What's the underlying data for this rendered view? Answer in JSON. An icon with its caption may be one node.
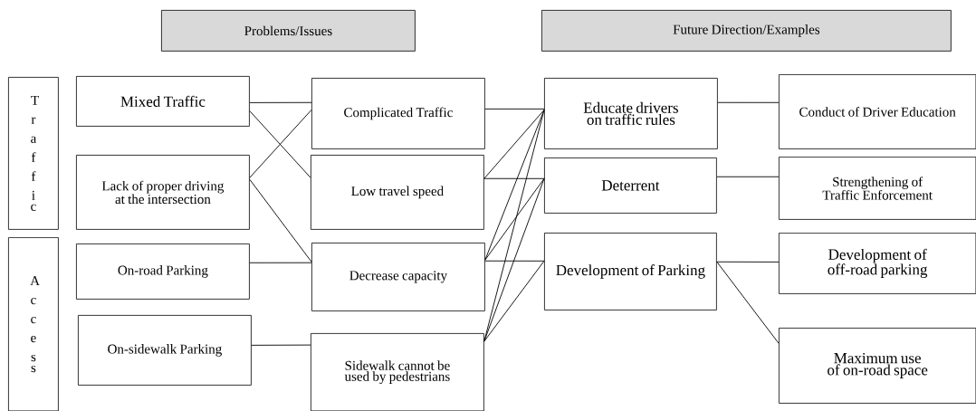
{
  "diagram": {
    "nodes": [
      {
        "text": [
          "Problems/Issues"
        ]
      },
      {
        "text": [
          "Future Direction/Examples"
        ]
      },
      {
        "text": [
          "Traffic"
        ]
      },
      {
        "text": [
          "Access"
        ]
      },
      {
        "text": [
          "Mixed Traffic"
        ]
      },
      {
        "text": [
          "Lack of proper driving at the intersection"
        ]
      },
      {
        "text": [
          "On-road Parking"
        ]
      },
      {
        "text": [
          "On-sidewalk Parking"
        ]
      },
      {
        "text": [
          "Complicated Traffic"
        ]
      },
      {
        "text": [
          "Low travel speed"
        ]
      },
      {
        "text": [
          "Decrease capacity"
        ]
      },
      {
        "text": [
          "Sidewalk cannot be used by pedestrians"
        ]
      },
      {
        "text": [
          "Educate drivers on traffic rules"
        ]
      },
      {
        "text": [
          "Deterrent"
        ]
      },
      {
        "text": [
          "Development of Parking"
        ]
      },
      {
        "text": [
          "Conduct of Driver Education"
        ]
      },
      {
        "text": [
          "Strengthening of Traffic Enforcement"
        ]
      },
      {
        "text": [
          "Development of off-road parking"
        ]
      },
      {
        "text": [
          "Maximum use of on-road space"
        ]
      }
    ],
    "edges": [
      {
        "from": 4,
        "to": 8,
        "arrow": "none"
      },
      {
        "from": 4,
        "to": 9,
        "arrow": "none"
      },
      {
        "from": 5,
        "to": 8,
        "arrow": "none"
      },
      {
        "from": 5,
        "to": 10,
        "arrow": "none"
      },
      {
        "from": 6,
        "to": 10,
        "arrow": "none"
      },
      {
        "from": 7,
        "to": 11,
        "arrow": "none"
      },
      {
        "from": 8,
        "to": 12,
        "arrow": "none"
      },
      {
        "from": 9,
        "to": 12,
        "arrow": "none"
      },
      {
        "from": 9,
        "to": 13,
        "arrow": "none"
      },
      {
        "from": 10,
        "to": 12,
        "arrow": "none"
      },
      {
        "from": 10,
        "to": 13,
        "arrow": "none"
      },
      {
        "from": 10,
        "to": 14,
        "arrow": "none"
      },
      {
        "from": 11,
        "to": 12,
        "arrow": "none"
      },
      {
        "from": 11,
        "to": 13,
        "arrow": "none"
      },
      {
        "from": 11,
        "to": 14,
        "arrow": "none"
      },
      {
        "from": 12,
        "to": 15,
        "arrow": "none"
      },
      {
        "from": 13,
        "to": 16,
        "arrow": "none"
      },
      {
        "from": 14,
        "to": 17,
        "arrow": "none"
      },
      {
        "from": 14,
        "to": 18,
        "arrow": "none"
      }
    ]
  }
}
